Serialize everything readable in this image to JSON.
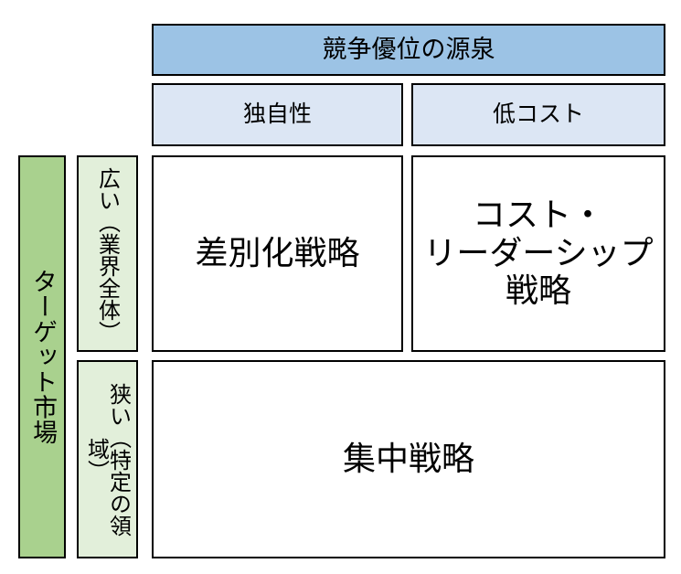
{
  "diagram": {
    "title_banner": "競争優位の源泉",
    "columns": [
      {
        "id": "differentiation",
        "label": "独自性"
      },
      {
        "id": "low-cost",
        "label": "低コスト"
      }
    ],
    "axis_label": "ターゲット市場",
    "rows": [
      {
        "id": "broad",
        "label": "広い（業界全体）"
      },
      {
        "id": "narrow",
        "label": "狭い（特定の領域）"
      }
    ],
    "cells": {
      "differentiation_broad": "差別化戦略",
      "cost_leadership_broad": "コスト・\nリーダーシップ\n戦略",
      "focus_narrow": "集中戦略"
    },
    "colors": {
      "banner_blue": "#9CC3E5",
      "subheader_blue": "#DCE6F4",
      "axis_green": "#A9D18E",
      "row_label_green": "#E2EFDA",
      "cell_white": "#FFFFFF",
      "border_black": "#000000"
    }
  }
}
